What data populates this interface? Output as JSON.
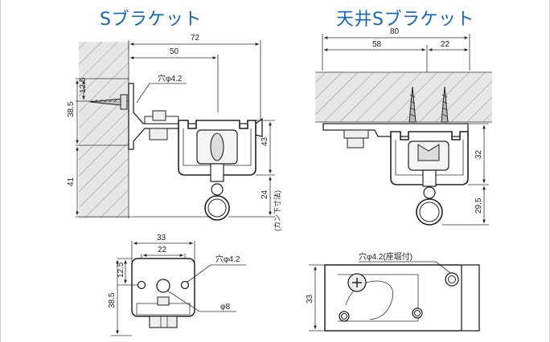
{
  "titles": {
    "s_bracket": "Sブラケット",
    "ceiling_s_bracket": "天井Sブラケット"
  },
  "s_bracket_side": {
    "dim_72": "72",
    "dim_50": "50",
    "dim_12_5": "12.5",
    "dim_38_5": "38.5",
    "dim_41": "41",
    "dim_43": "43",
    "dim_24": "24",
    "hole_label": "穴φ4.2",
    "curtain_below_label": "(カン下寸法)"
  },
  "s_bracket_front": {
    "dim_33": "33",
    "dim_22": "22",
    "dim_12_5": "12.5",
    "dim_38_5": "38.5",
    "hole_label": "穴φ4.2",
    "phi8_label": "φ8"
  },
  "ceiling_side": {
    "dim_80": "80",
    "dim_58": "58",
    "dim_22": "22",
    "dim_32": "32",
    "dim_29_5": "29.5"
  },
  "ceiling_top": {
    "hole_label": "穴φ4.2(座堀付)",
    "dim_33": "33"
  },
  "colors": {
    "title": "#1565b8",
    "wall_fill": "#e6e6e6",
    "line": "#222222"
  }
}
